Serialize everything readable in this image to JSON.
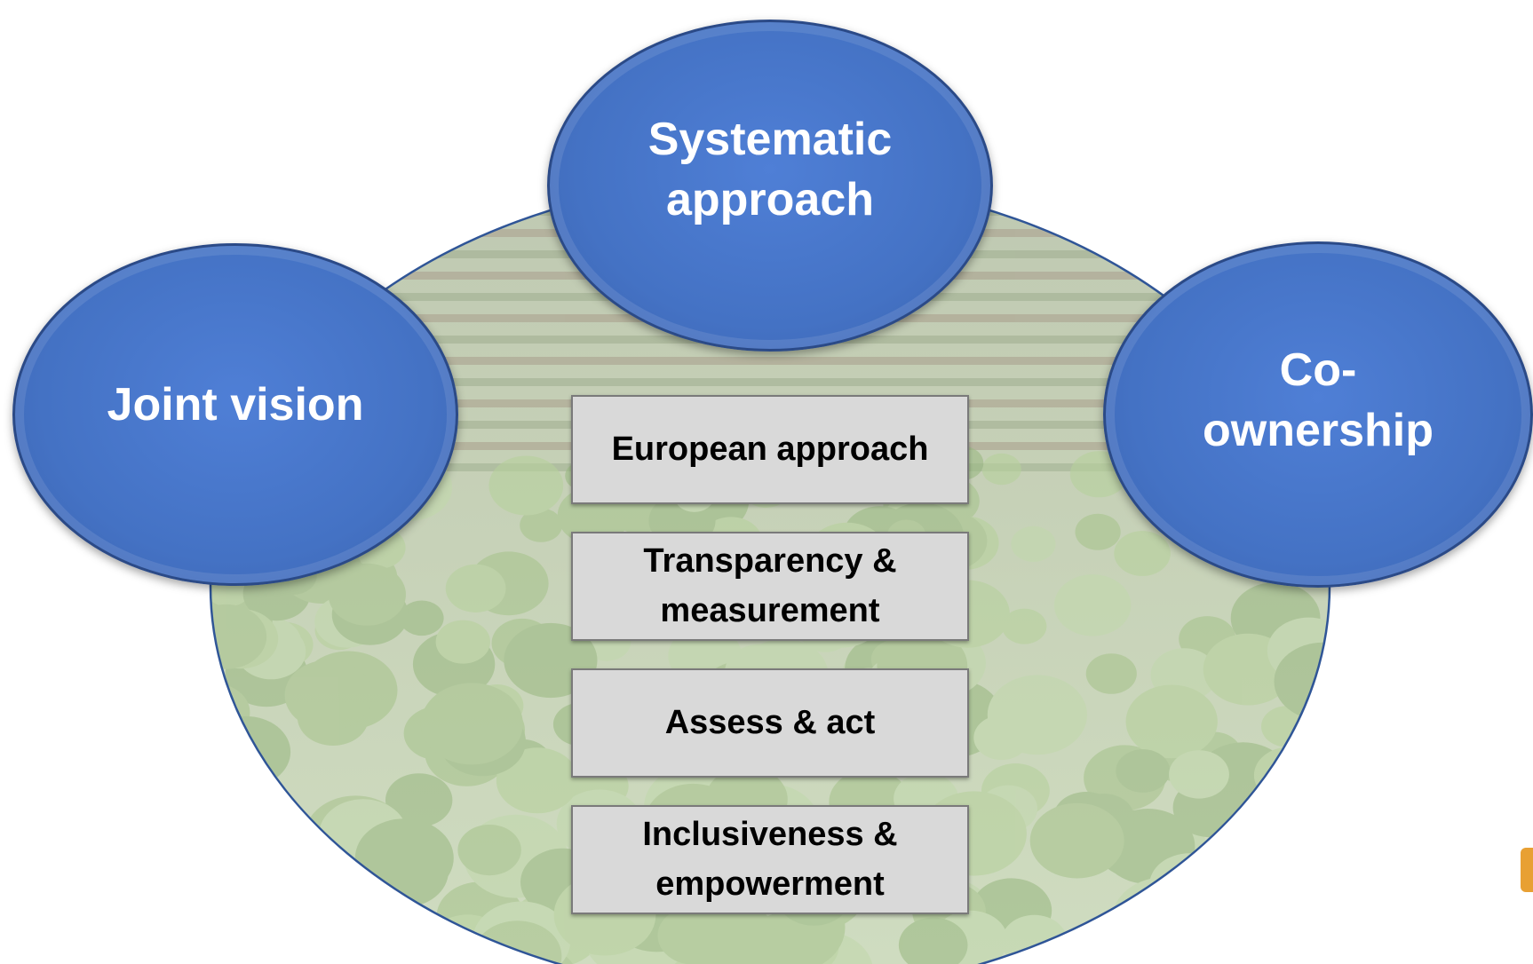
{
  "diagram": {
    "top_bubble": {
      "lines": [
        "Systematic",
        "approach"
      ]
    },
    "left_bubble": {
      "lines": [
        "Joint vision"
      ]
    },
    "right_bubble": {
      "lines": [
        "Co-",
        "ownership"
      ]
    },
    "principles": [
      {
        "lines": [
          "European approach"
        ]
      },
      {
        "lines": [
          "Transparency &",
          "measurement"
        ]
      },
      {
        "lines": [
          "Assess & act"
        ]
      },
      {
        "lines": [
          "Inclusiveness &",
          "empowerment"
        ]
      }
    ]
  },
  "colors": {
    "bubble_fill": "#4472c4",
    "bubble_border": "#2b4a87",
    "pill_fill": "#d9d9d9",
    "oval_outline": "#2f5597",
    "field_tint": "#c9d8b8"
  }
}
